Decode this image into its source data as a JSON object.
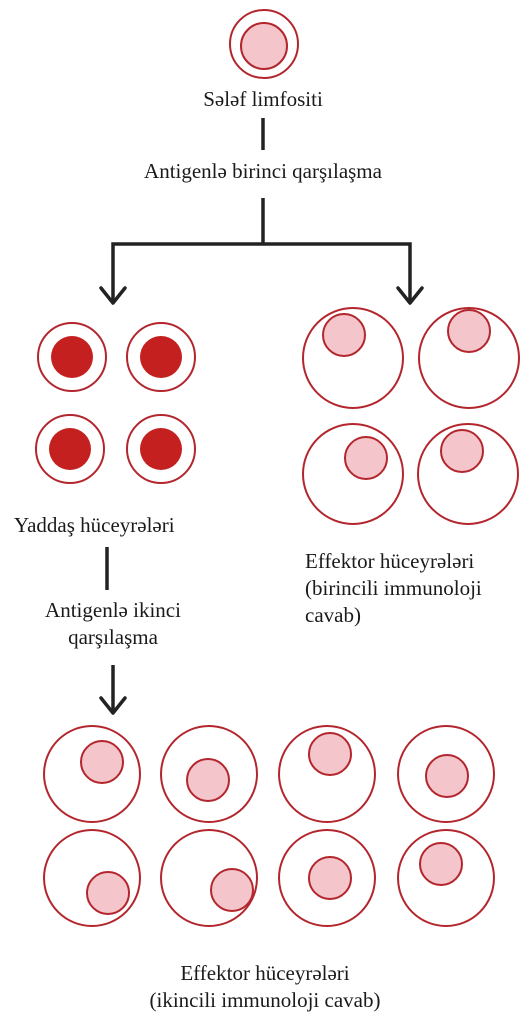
{
  "labels": {
    "precursor": "Sələf limfositi",
    "first_encounter": "Antigenlə birinci qarşılaşma",
    "memory_cells": "Yaddaş hüceyrələri",
    "effector_primary_line1": "Effektor hüceyrələri",
    "effector_primary_line2": "(birincili immunoloji",
    "effector_primary_line3": "cavab)",
    "second_encounter_line1": "Antigenlə ikinci",
    "second_encounter_line2": "qarşılaşma",
    "effector_secondary_line1": "Effektor hüceyrələri",
    "effector_secondary_line2": "(ikincili immunoloji cavab)"
  },
  "colors": {
    "membrane": "#b3262d",
    "nucleus_light": "#f4c6cc",
    "nucleus_memory": "#c4201f",
    "connector": "#222222"
  },
  "cells": {
    "memory_count": 4,
    "effector_primary_count": 4,
    "effector_secondary_count": 8
  }
}
